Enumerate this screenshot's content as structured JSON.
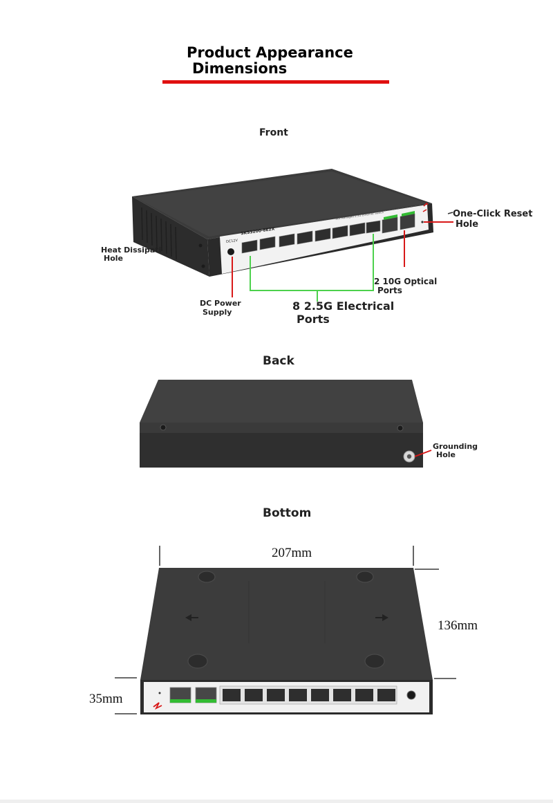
{
  "header": {
    "title_line1": "Product Appearance",
    "title_line2": "Dimensions",
    "accent_color": "#e01010"
  },
  "front": {
    "section_title": "Front",
    "device_model": "SKS3200-8E2X",
    "device_sublabel": "Not Managed 2.5G Ethernet Switch",
    "power_label": "DC12V",
    "callouts": {
      "reset_line1": "One-Click Reset",
      "reset_line2": "Hole",
      "heat_line1": "Heat Dissipati",
      "heat_line2": "Hole",
      "optical_line1": "2 10G Optical",
      "optical_line2": "Ports",
      "power_line1": "DC Power",
      "power_line2": "Supply",
      "electrical_line1": "8 2.5G Electrical",
      "electrical_line2": "Ports"
    },
    "callout_colors": {
      "red": "#d81818",
      "green": "#4cd14c"
    }
  },
  "back": {
    "section_title": "Back",
    "ground_line1": "Grounding",
    "ground_line2": "Hole"
  },
  "bottom": {
    "section_title": "Bottom",
    "width_dim": "207mm",
    "depth_dim": "136mm",
    "height_dim": "35mm"
  }
}
